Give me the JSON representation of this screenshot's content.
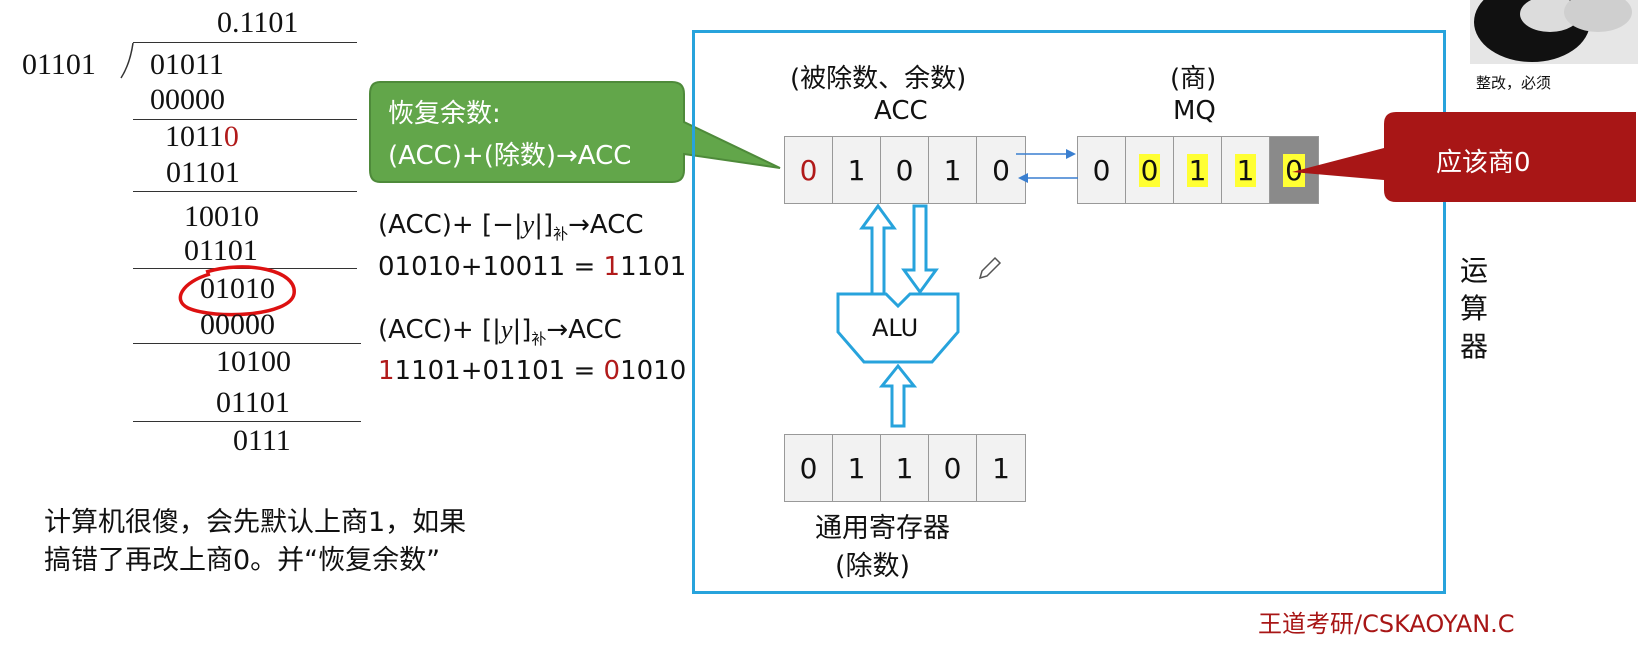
{
  "division": {
    "quotient": "0.1101",
    "divisor": "01101",
    "rows": [
      "01011",
      "00000",
      "1011",
      "0",
      "01101",
      "10010",
      "01101",
      "01010",
      "00000",
      "10100",
      "01101",
      "0111"
    ]
  },
  "green_callout": {
    "line1": "恢复余数:",
    "line2": "(ACC)+(除数)→ACC"
  },
  "step1": {
    "formula_prefix": "(ACC)+ [−|",
    "formula_y": "y",
    "formula_mid": "|]",
    "formula_sub": "补",
    "formula_suffix": "→ACC",
    "calc_left": "01010+10011 = ",
    "calc_red": "1",
    "calc_right": "1101"
  },
  "step2": {
    "formula_prefix": "(ACC)+ [|",
    "formula_y": "y",
    "formula_mid": "|]",
    "formula_sub": "补",
    "formula_suffix": "→ACC",
    "calc_red1": "1",
    "calc_mid": "1101+01101 = ",
    "calc_red2": "0",
    "calc_right": "1010"
  },
  "note": {
    "line1": "计算机很傻，会先默认上商1，如果",
    "line2": "搞错了再改上商0。并“恢复余数”"
  },
  "acc": {
    "caption": "(被除数、余数)",
    "label": "ACC",
    "bits": [
      "0",
      "1",
      "0",
      "1",
      "0"
    ]
  },
  "mq": {
    "caption": "(商)",
    "label": "MQ",
    "bits": [
      "0",
      "0",
      "1",
      "1",
      "0"
    ]
  },
  "alu": {
    "label": "ALU"
  },
  "register": {
    "bits": [
      "0",
      "1",
      "1",
      "0",
      "1"
    ],
    "label": "通用寄存器",
    "sublabel": "(除数)"
  },
  "red_callout": {
    "text": "应该商0"
  },
  "side_label": {
    "chars": [
      "运",
      "算",
      "器"
    ]
  },
  "thumbnail": {
    "caption": "整改，必须"
  },
  "watermark": {
    "prefix": "王道考研/",
    "suffix": "CSKAOYAN.C"
  },
  "colors": {
    "frame": "#27a3dc",
    "green": "#62a64a",
    "red_callout": "#a81616",
    "highlight": "#ffff33",
    "red_text": "#b11a1a"
  }
}
